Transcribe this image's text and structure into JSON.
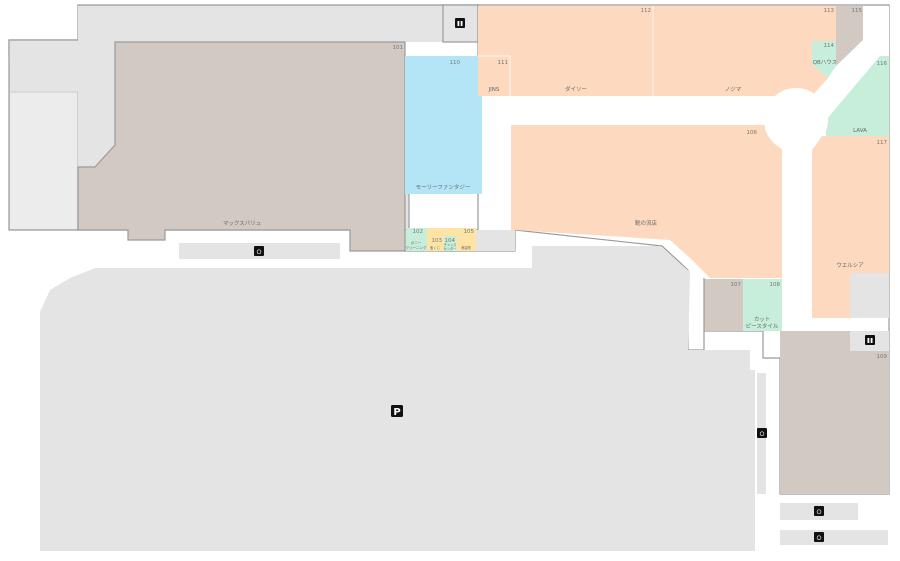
{
  "colors": {
    "building": "#e4e4e4",
    "anchor_store": "#d3c9c3",
    "retail": "#fdd9bf",
    "service": "#c6eedb",
    "entertainment": "#b3e5f6",
    "beauty": "#fde3a6",
    "walkway": "#ffffff"
  },
  "stores": {
    "s101": {
      "num": "101",
      "name": "マックスバリュ"
    },
    "s102": {
      "num": "102",
      "name1": "ポニー",
      "name2": "クリーニング"
    },
    "s103": {
      "num": "103",
      "name": "宝くじ"
    },
    "s104": {
      "num": "104",
      "name1": "チャンス",
      "name2": "センター"
    },
    "s105": {
      "num": "105",
      "name": "美容院"
    },
    "s106": {
      "num": "106",
      "name": "靴の流店"
    },
    "s107": {
      "num": "107"
    },
    "s108": {
      "num": "108",
      "name1": "カット",
      "name2": "ピースタイル"
    },
    "s109": {
      "num": "109"
    },
    "s110": {
      "num": "110",
      "name": "モーリーファンタジー"
    },
    "s111": {
      "num": "111",
      "name": "JINS"
    },
    "s112": {
      "num": "112",
      "name": "ダイソー"
    },
    "s113": {
      "num": "113",
      "name": "ノジマ"
    },
    "s114": {
      "num": "114",
      "name": "QBハウス"
    },
    "s115": {
      "num": "115"
    },
    "s116": {
      "num": "116",
      "name": "LAVA"
    },
    "s117": {
      "num": "117",
      "name": "ウエルシア"
    }
  },
  "icons": {
    "restroom": "restroom-icon",
    "bicycle": "bicycle-parking-icon",
    "parking": "parking-icon"
  },
  "parking_label": "P"
}
